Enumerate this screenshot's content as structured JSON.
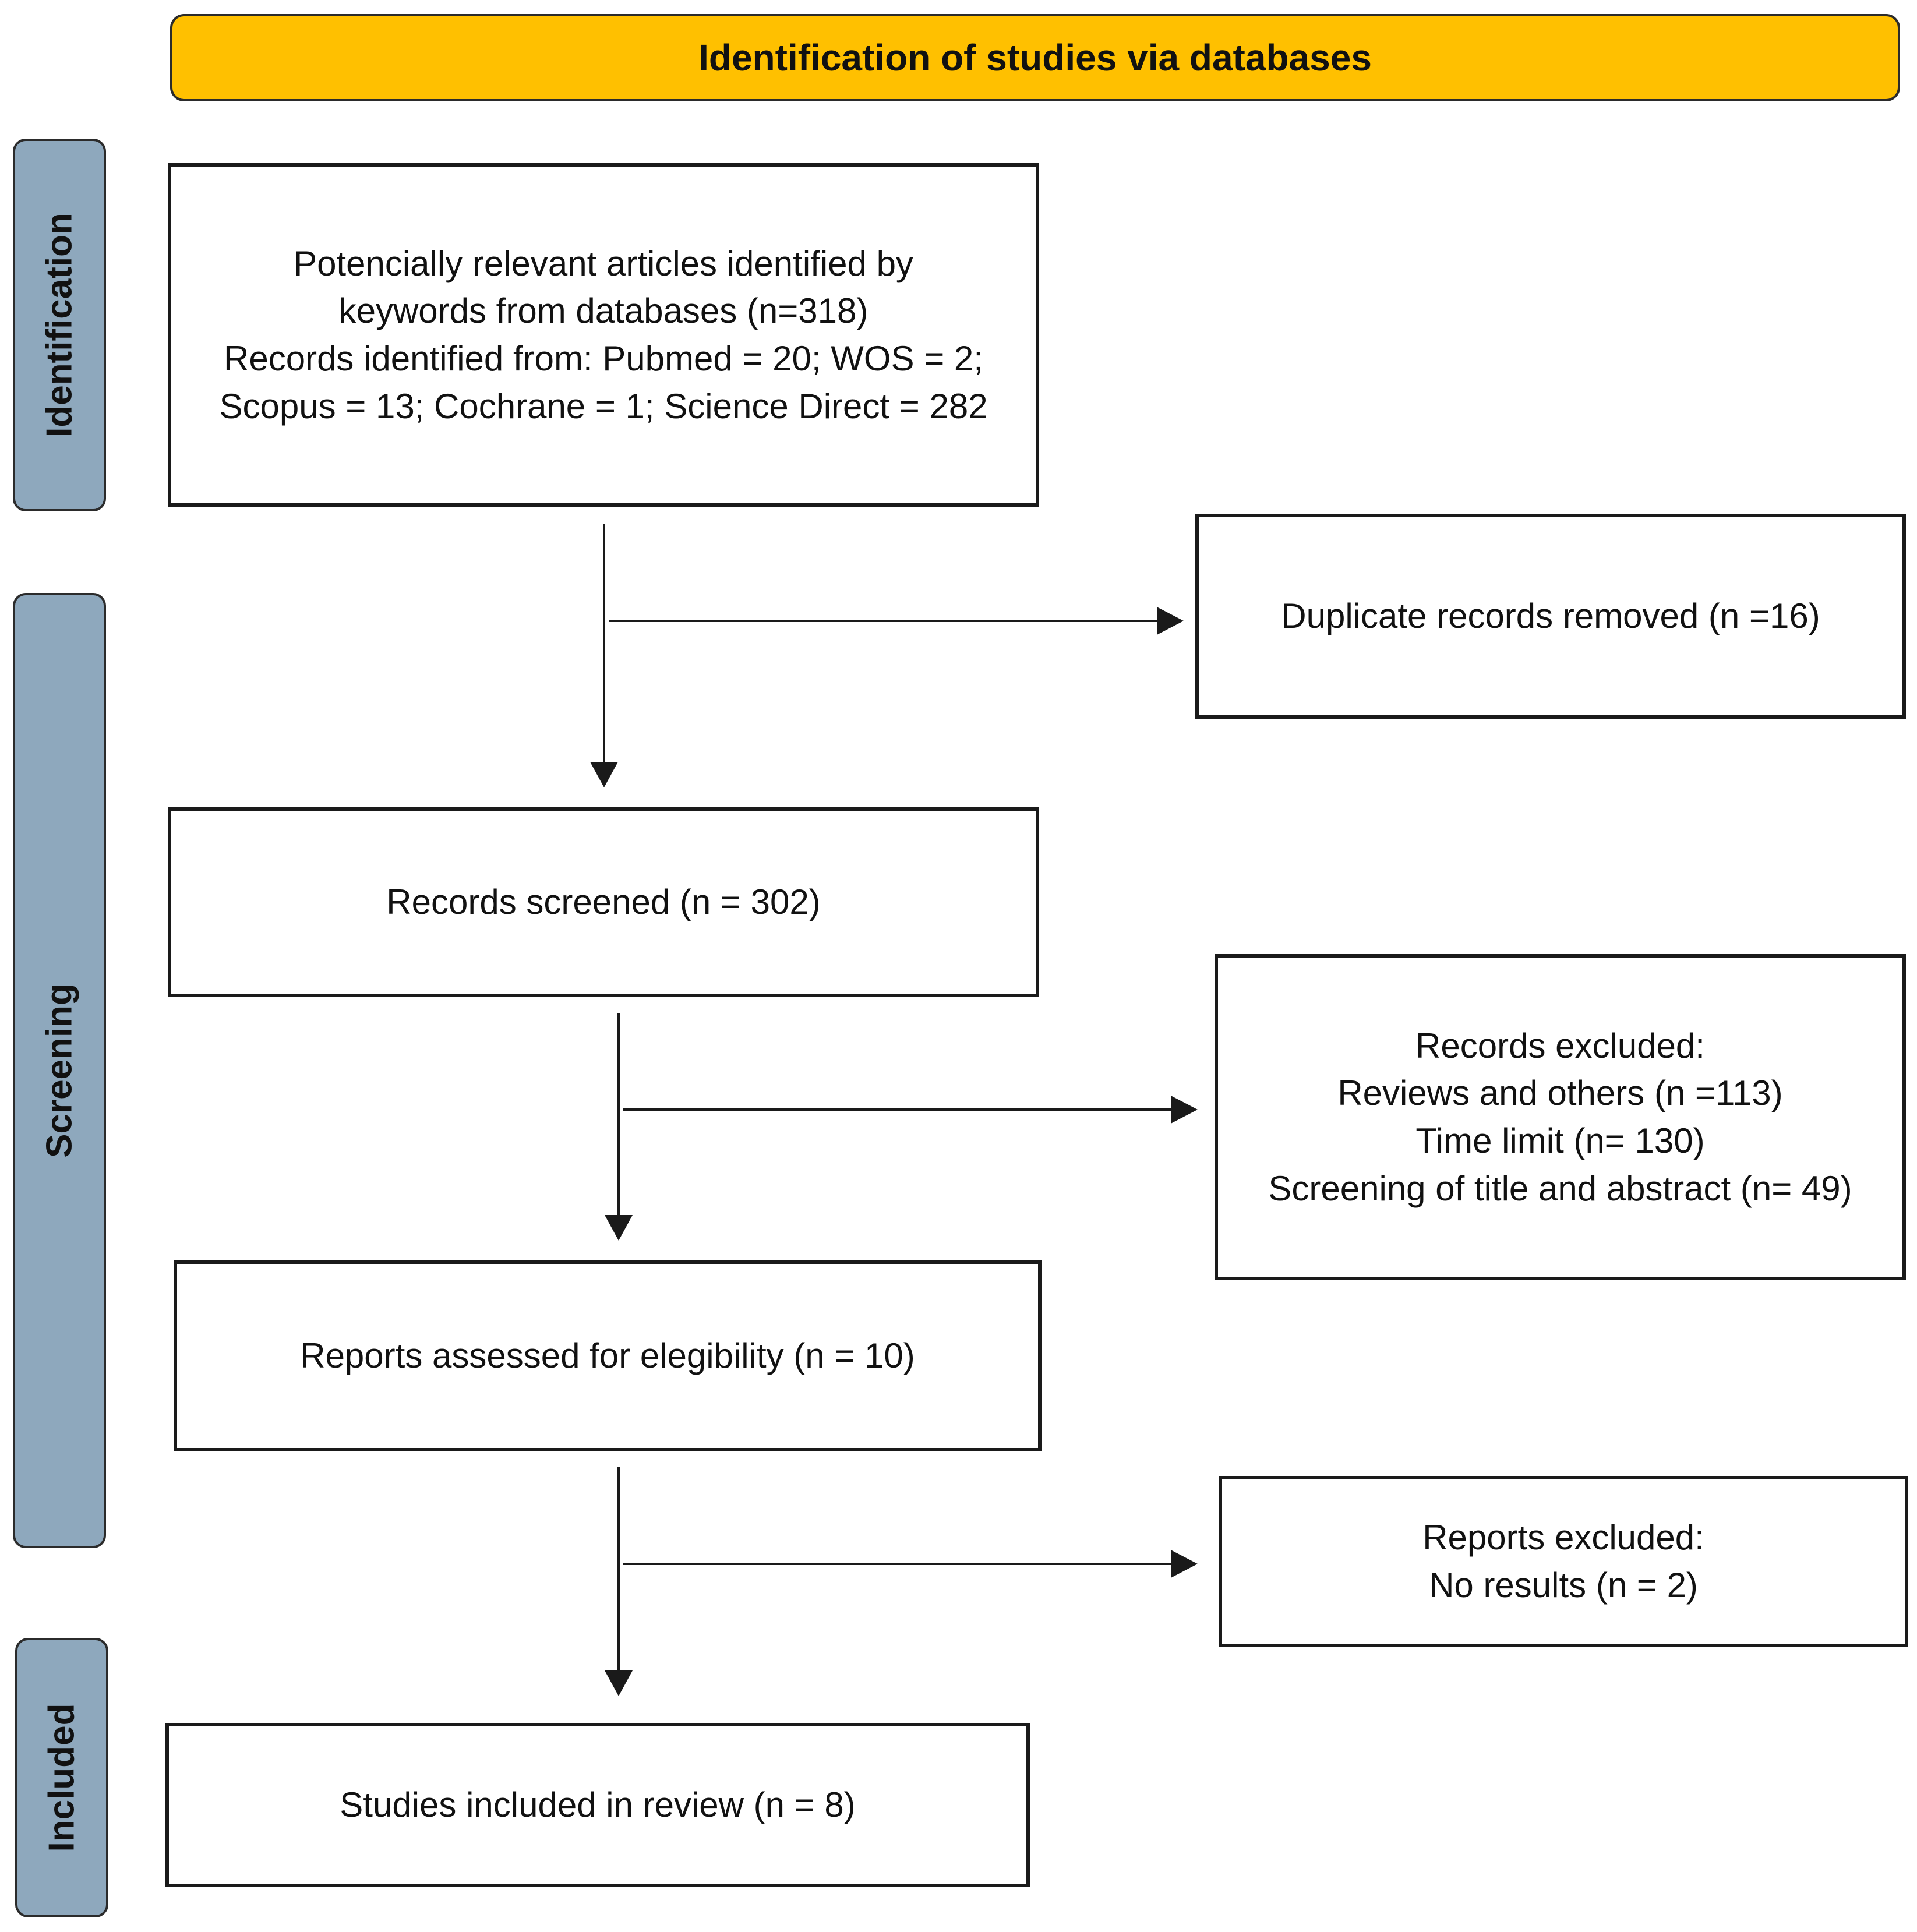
{
  "header": {
    "title": "Identification of studies via databases"
  },
  "phases": {
    "identification": "Identification",
    "screening": "Screening",
    "included": "Included"
  },
  "boxes": {
    "identified": {
      "lines": [
        "Potencially relevant articles identified by",
        "keywords from databases (n=318)",
        "Records identified from: Pubmed = 20; WOS = 2;",
        "Scopus = 13; Cochrane = 1; Science Direct = 282"
      ]
    },
    "duplicates": {
      "lines": [
        "Duplicate records removed (n =16)"
      ]
    },
    "screened": {
      "lines": [
        "Records screened (n = 302)"
      ]
    },
    "records_excluded": {
      "lines": [
        "Records excluded:",
        "Reviews and others (n =113)",
        "Time limit (n= 130)",
        "Screening of title and abstract (n= 49)"
      ]
    },
    "assessed": {
      "lines": [
        "Reports assessed for elegibility (n = 10)"
      ]
    },
    "reports_excluded": {
      "lines": [
        "Reports excluded:",
        "No results (n = 2)"
      ]
    },
    "included": {
      "lines": [
        "Studies included in review (n = 8)"
      ]
    }
  },
  "colors": {
    "banner": "#ffc000",
    "phase": "#8ea8bd",
    "border": "#1a1a1a"
  }
}
